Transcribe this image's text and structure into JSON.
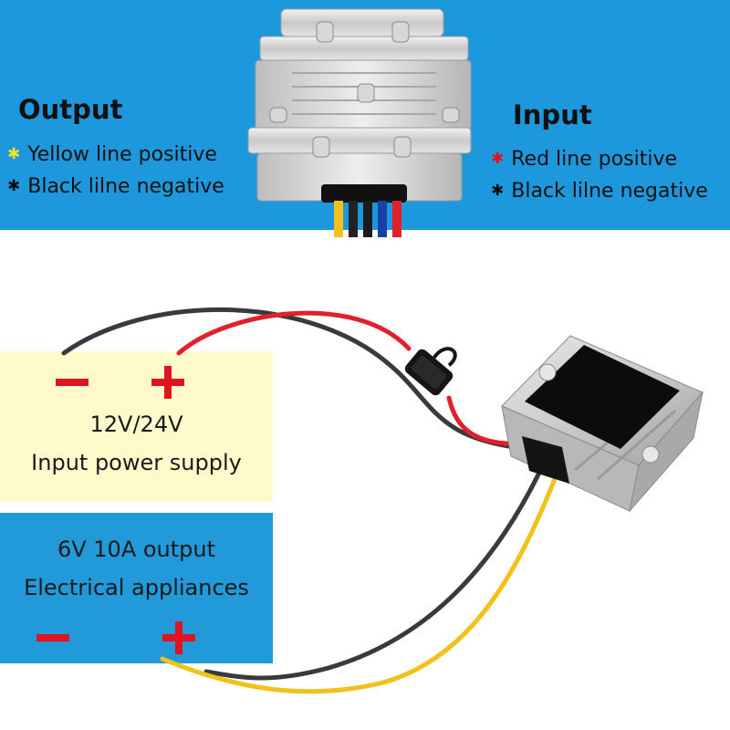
{
  "banner": {
    "output": {
      "heading": "Output",
      "items": [
        {
          "label": "Yellow line positive",
          "marker_color": "#f4e21a"
        },
        {
          "label": "Black lilne negative",
          "marker_color": "#111111"
        }
      ]
    },
    "input": {
      "heading": "Input",
      "items": [
        {
          "label": "Red line positive",
          "marker_color": "#e0141e"
        },
        {
          "label": "Black lilne negative",
          "marker_color": "#111111"
        }
      ]
    }
  },
  "input_box": {
    "line1": "12V/24V",
    "line2": "Input power supply"
  },
  "output_box": {
    "line1": "6V 10A output",
    "line2": "Electrical appliances"
  },
  "colors": {
    "banner_blue": "#1e98dd",
    "input_box": "#fffacb",
    "output_box": "#229ad9",
    "sign_red": "#e0141e",
    "wire_red": "#e2202a",
    "wire_black": "#3a3a3a",
    "wire_yellow": "#f2c21a"
  }
}
